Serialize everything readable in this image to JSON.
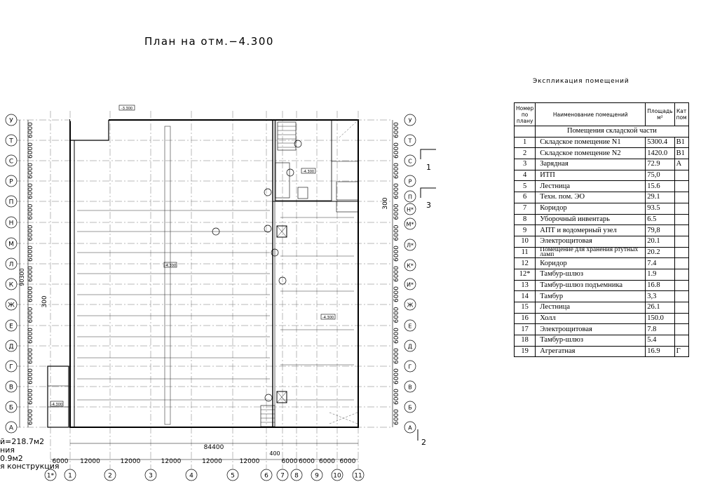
{
  "plan_title": "План на отм.−4.300",
  "explication": {
    "title": "Экспликация помещений",
    "headers": [
      "Номер по плану",
      "Наименование помещений",
      "Площадь м²",
      "Кат пом"
    ],
    "section": "Помещения складской части",
    "rows": [
      {
        "num": "1",
        "name": "Складское помещение N1",
        "area": "5300.4",
        "cat": "B1"
      },
      {
        "num": "2",
        "name": "Складское помещение N2",
        "area": "1420.0",
        "cat": "B1"
      },
      {
        "num": "3",
        "name": "Зарядная",
        "area": "72.9",
        "cat": "A"
      },
      {
        "num": "4",
        "name": "ИТП",
        "area": "75,0",
        "cat": ""
      },
      {
        "num": "5",
        "name": "Лестница",
        "area": "15.6",
        "cat": ""
      },
      {
        "num": "6",
        "name": "Техн. пом. ЭО",
        "area": "29.1",
        "cat": ""
      },
      {
        "num": "7",
        "name": "Коридор",
        "area": "93.5",
        "cat": ""
      },
      {
        "num": "8",
        "name": "Уборочный инвентарь",
        "area": "6.5",
        "cat": ""
      },
      {
        "num": "9",
        "name": "АПТ и водомерный узел",
        "area": "79,8",
        "cat": ""
      },
      {
        "num": "10",
        "name": "Электрощитовая",
        "area": "20.1",
        "cat": ""
      },
      {
        "num": "11",
        "name": "Помещение для хранения ртутных ламп",
        "area": "20.2",
        "cat": ""
      },
      {
        "num": "12",
        "name": "Коридор",
        "area": "7.4",
        "cat": ""
      },
      {
        "num": "12*",
        "name": "Тамбур-шлюз",
        "area": "1.9",
        "cat": ""
      },
      {
        "num": "13",
        "name": "Тамбур-шлюз подъемника",
        "area": "16.8",
        "cat": ""
      },
      {
        "num": "14",
        "name": "Тамбур",
        "area": "3,3",
        "cat": ""
      },
      {
        "num": "15",
        "name": "Лестница",
        "area": "26.1",
        "cat": ""
      },
      {
        "num": "16",
        "name": "Холл",
        "area": "150.0",
        "cat": ""
      },
      {
        "num": "17",
        "name": "Электрощитовая",
        "area": "7.8",
        "cat": ""
      },
      {
        "num": "18",
        "name": "Тамбур-шлюз",
        "area": "5.4",
        "cat": ""
      },
      {
        "num": "19",
        "name": "Агрегатная",
        "area": "16.9",
        "cat": "Г"
      }
    ]
  },
  "grid": {
    "rows": [
      "У",
      "Т",
      "С",
      "Р",
      "П",
      "Н",
      "М",
      "Л",
      "К",
      "Ж",
      "Е",
      "Д",
      "Г",
      "В",
      "Б",
      "А"
    ],
    "right_rows": [
      "У",
      "Т",
      "С",
      "Р",
      "П",
      "Н*",
      "М*",
      "Л*",
      "К*",
      "И*",
      "Ж",
      "Е",
      "Д",
      "Г",
      "В",
      "Б",
      "А"
    ],
    "cols": [
      "1*",
      "1",
      "2",
      "3",
      "4",
      "5",
      "6",
      "7",
      "8",
      "9",
      "10",
      "11"
    ],
    "row_spacing": "6000",
    "col_spacings": [
      "6000",
      "12000",
      "12000",
      "12000",
      "12000",
      "12000",
      "6000",
      "6000",
      "6000",
      "6000"
    ],
    "total_width": "84400",
    "total_height": "90300",
    "dim_300": "300",
    "dim_400": "400"
  },
  "levels": {
    "main": "-4.300",
    "left": "-4.300",
    "stair": "-4.300",
    "upper": "-3.300"
  },
  "cut_marks": [
    "1",
    "3",
    "2"
  ],
  "left_notes": [
    "й=218.7м2",
    "ния",
    "0.9м2",
    "я конструкция"
  ]
}
